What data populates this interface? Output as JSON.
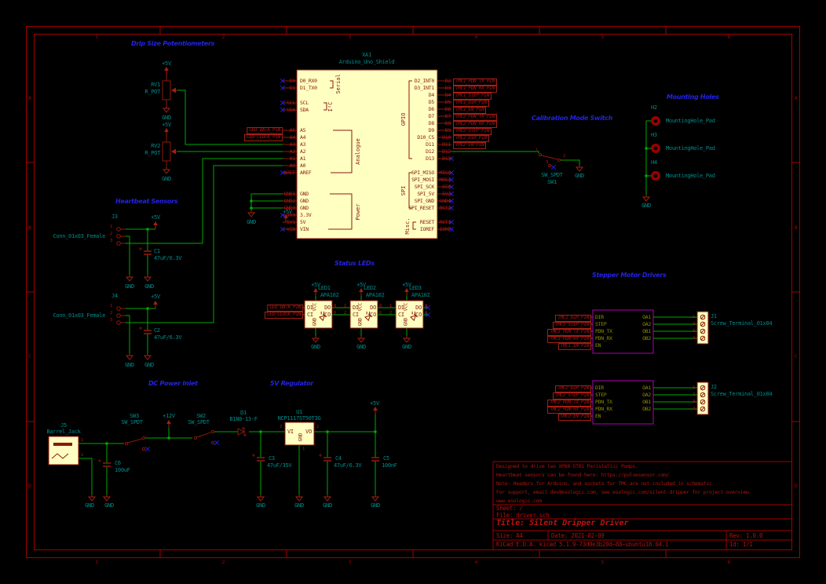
{
  "notes": {
    "pots": "Drip Size Potentiometers",
    "heartbeat": "Heartbeat Sensors",
    "leds": "Status LEDs",
    "calibration": "Calibration Mode Switch",
    "mounting": "Mounting Holes",
    "steppers": "Stepper Motor Drivers",
    "dc": "DC Power Inlet",
    "regulator": "5V Regulator"
  },
  "power": {
    "p5": "+5V",
    "p12": "+12V",
    "gnd": "GND"
  },
  "shield": {
    "ref": "XA1",
    "value": "Arduino_Uno_Shield",
    "groups": {
      "serial": "Serial",
      "i2c": "I²C",
      "analogue": "Analogue",
      "power": "Power",
      "gpio": "GPIO",
      "spi": "SPI",
      "misc": "Misc."
    },
    "pins_left": {
      "serial": [
        "D0_RX0",
        "D1_TX0"
      ],
      "i2c": [
        "SCL",
        "SDA"
      ],
      "analogue": [
        "A5",
        "A4",
        "A3",
        "A2",
        "A1",
        "A0",
        "AREF"
      ],
      "power": [
        "GND",
        "GND",
        "GND",
        "3.3V",
        "5V",
        "VIN"
      ]
    },
    "pins_right": {
      "gpio": [
        "D2_INT0",
        "D3_INT1",
        "D4",
        "D5",
        "D6",
        "D7",
        "D8",
        "D9",
        "D10_CS",
        "D11",
        "D12",
        "D13"
      ],
      "spi": [
        "SPI_MISO",
        "SPI_MOSI",
        "SPI_SCK",
        "SPI_5V",
        "SPI_GND",
        "SPI_RESET"
      ],
      "misc": [
        "RESET",
        "IOREF"
      ]
    },
    "labels_left": {
      "serial": [
        "D0",
        "D1"
      ],
      "i2c": [
        "SCL",
        "SDA"
      ],
      "analogue": [
        "A5",
        "A4",
        "A3",
        "A2",
        "A1",
        "A0",
        "AREF"
      ],
      "power": [
        "GND1",
        "GND2",
        "GND3",
        "3V3",
        "5V1",
        "VIN"
      ]
    },
    "labels_right": {
      "gpio": [
        "D2",
        "D3",
        "D4",
        "D5",
        "D6",
        "D7",
        "D8",
        "D9",
        "D10",
        "D11",
        "D12",
        "D13"
      ],
      "spi": [
        "MISO",
        "MOSI",
        "SCK",
        "5V2",
        "GND4",
        "RST2"
      ],
      "misc": [
        "RST1",
        "IORF"
      ]
    }
  },
  "nets": {
    "led_data": "LED_DATA_PIN",
    "led_clock": "LED_CLOCK_PIN",
    "shield_tmc": [
      "TMC1_PDN_TX_PIN",
      "TMC1_PDN_RX_PIN",
      "TMC1_STEP_PIN",
      "TMC1_DIR_PIN",
      "TMC1_EN_PIN",
      "TMC2_PDN_TX_PIN",
      "TMC2_PDN_RX_PIN",
      "TMC2_STEP_PIN",
      "TMC2_DIR_PIN",
      "TMC2_EN_PIN"
    ],
    "tmc1": [
      "TMC1_DIR_PIN",
      "TMC1_STEP_PIN",
      "TMC1_PDN_TX_PIN",
      "TMC1_PDN_RX_PIN",
      "TMC1_EN_PIN"
    ],
    "tmc2": [
      "TMC2_DIR_PIN",
      "TMC2_STEP_PIN",
      "TMC2_PDN_TX_PIN",
      "TMC2_PDN_RX_PIN",
      "TMC2_EN_PIN"
    ]
  },
  "pots": [
    {
      "ref": "RV1",
      "value": "R_POT"
    },
    {
      "ref": "RV2",
      "value": "R_POT"
    }
  ],
  "heartbeat": {
    "j3": {
      "ref": "J3",
      "value": "Conn_01x03_Female",
      "pins": [
        "1",
        "2",
        "3"
      ]
    },
    "j4": {
      "ref": "J4",
      "value": "Conn_01x03_Female",
      "pins": [
        "1",
        "2",
        "3"
      ]
    },
    "c1": {
      "ref": "C1",
      "value": "47uF/6.3V"
    },
    "c2": {
      "ref": "C2",
      "value": "47uF/6.3V"
    }
  },
  "leds": {
    "items": [
      {
        "ref": "LED1",
        "value": "APA102"
      },
      {
        "ref": "LED2",
        "value": "APA102"
      },
      {
        "ref": "LED3",
        "value": "APA102"
      }
    ],
    "pins": {
      "di": "DI",
      "ci": "CI",
      "do": "DO",
      "co": "CO",
      "vcc": "VCC",
      "gnd": "GND"
    },
    "numbers": {
      "di": "1",
      "ci": "2",
      "do": "8",
      "co": "6"
    }
  },
  "cal_switch": {
    "value": "SW_SPDT",
    "ref": "SW1",
    "pins": [
      "1",
      "2",
      "3"
    ]
  },
  "mounting": {
    "items": [
      {
        "ref": "H2",
        "value": "MountingHole_Pad"
      },
      {
        "ref": "H3",
        "value": "MountingHole_Pad"
      },
      {
        "ref": "H4",
        "value": "MountingHole_Pad"
      }
    ]
  },
  "sheet_pins": {
    "left": [
      "DIR",
      "STEP",
      "PDN_TX",
      "PDN_RX",
      "EN"
    ],
    "right": [
      "OA1",
      "OA2",
      "OB1",
      "OB2"
    ]
  },
  "terminals": [
    {
      "ref": "J1",
      "value": "Screw_Terminal_01x04",
      "pins": [
        "1",
        "2",
        "3",
        "4"
      ]
    },
    {
      "ref": "J2",
      "value": "Screw_Terminal_01x04",
      "pins": [
        "1",
        "2",
        "3",
        "4"
      ]
    }
  ],
  "dc": {
    "j5": {
      "ref": "J5",
      "value": "Barrel_Jack",
      "pins": [
        "1",
        "2"
      ]
    },
    "c6": {
      "ref": "C6",
      "value": "100uF"
    },
    "sw3": {
      "ref": "SW3",
      "value": "SW_SPDT",
      "pins": [
        "1",
        "2",
        "3"
      ]
    },
    "sw2": {
      "ref": "SW2",
      "value": "SW_SPDT",
      "pins": [
        "1",
        "2",
        "3"
      ]
    },
    "d1": {
      "ref": "D1",
      "value": "B1N8-13-F"
    },
    "u1": {
      "ref": "U1",
      "value": "NCP1117ST50T3G",
      "vi": "VI",
      "vo": "VO",
      "gnd": "GND",
      "n_vi": "3",
      "n_vo": "2",
      "n_gnd": "1"
    },
    "c3": {
      "ref": "C3",
      "value": "47uF/35V"
    },
    "c4": {
      "ref": "C4",
      "value": "47uF/6.3V"
    },
    "c5": {
      "ref": "C5",
      "value": "100nF"
    }
  },
  "titleblock": {
    "comments": [
      "Designed to drive two XP88-ST01 Peristaltic Pumps.",
      "Heartbeat sensors can be found here: https://pulsesensor.com/",
      "Note: Headers for Arduino, and sockets for TMC are not included in schematic.",
      "For support, email dev@esologic.com, see esologic.com/silent-dripper for project overview.",
      "www.esologic.com"
    ],
    "sheet": "Sheet: /",
    "file": "File: driver.sch",
    "title": "Title: Silent Dripper Driver",
    "size": "Size: A4",
    "date": "Date: 2021-02-09",
    "rev": "Rev: 1.0.0",
    "kicad": "KiCad E.D.A.  kicad 5.1.9-73d0e3b20d~88~ubuntu18.04.1",
    "id": "Id: 1/1"
  },
  "frame": {
    "cols": [
      "1",
      "2",
      "3",
      "4",
      "5",
      "6"
    ],
    "rows": [
      "A",
      "B",
      "C",
      "D"
    ]
  }
}
